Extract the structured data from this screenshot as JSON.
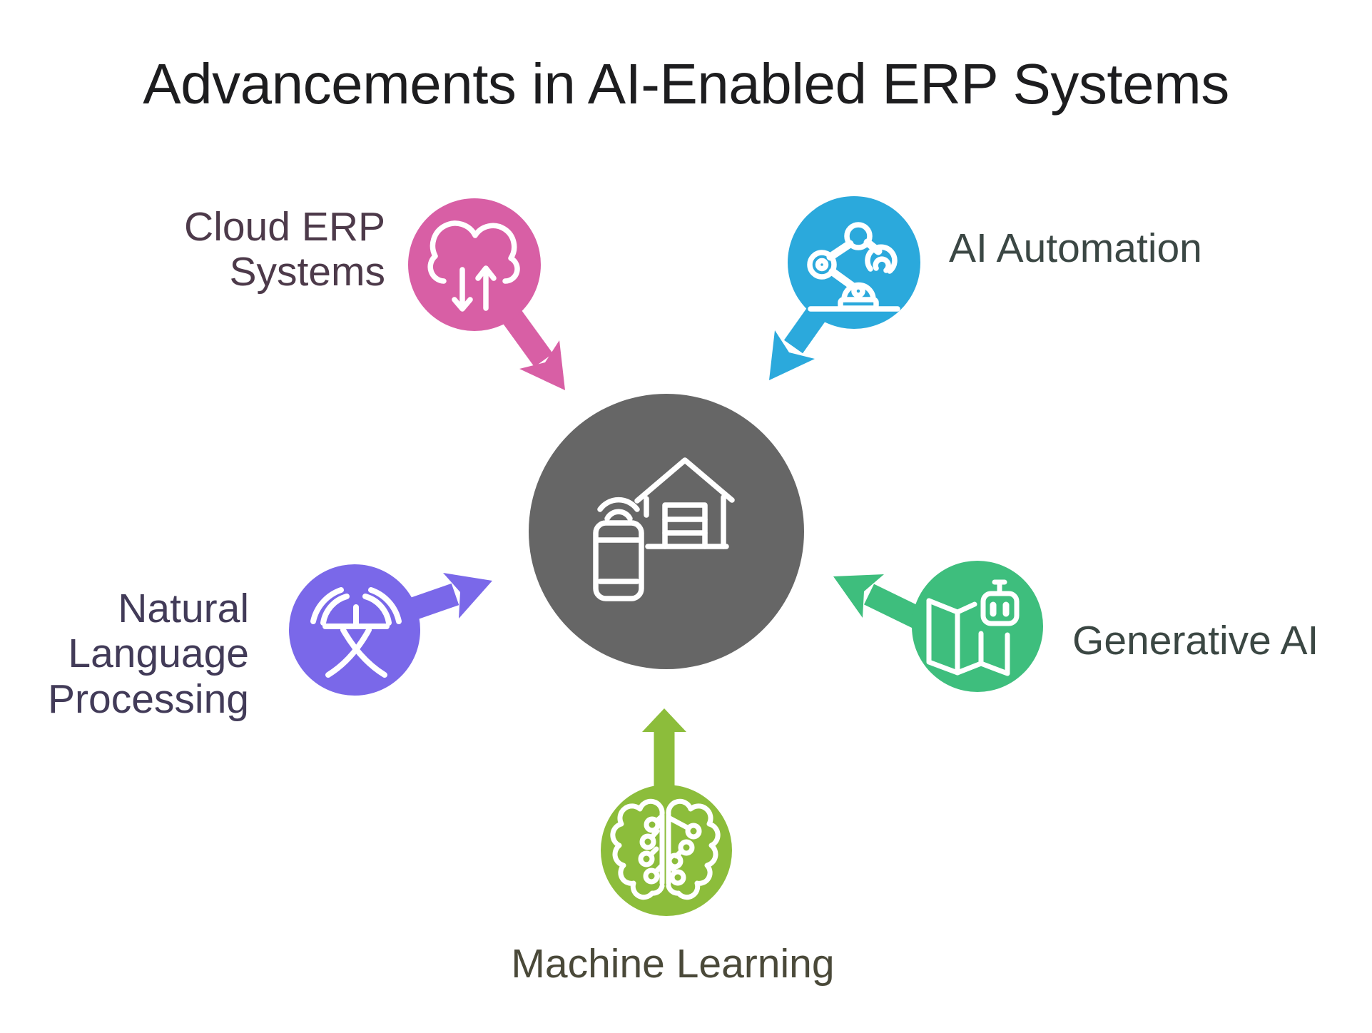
{
  "title": "Advancements in AI-Enabled ERP Systems",
  "colors": {
    "background": "#FFFFFF",
    "title_text": "#1D1D1F",
    "center_circle": "#666666",
    "icon_stroke": "#FFFFFF",
    "cloud_label": "#4D3A4A",
    "automation_label": "#3B4744",
    "generative_label": "#3B4743",
    "machine_label": "#4A4939",
    "nlp_label": "#423B58"
  },
  "center_node": {
    "icon": "smartphone-warehouse-icon"
  },
  "nodes": [
    {
      "id": "cloud-erp",
      "label": "Cloud ERP Systems",
      "icon": "cloud-sync-icon",
      "color": "#D85FA5",
      "position": "top-left"
    },
    {
      "id": "ai-automation",
      "label": "AI Automation",
      "icon": "robot-arm-icon",
      "color": "#2BA9DC",
      "position": "top-right"
    },
    {
      "id": "generative-ai",
      "label": "Generative AI",
      "icon": "map-robot-icon",
      "color": "#3EBE7D",
      "position": "right"
    },
    {
      "id": "machine-learning",
      "label": "Machine Learning",
      "icon": "circuit-brain-icon",
      "color": "#8CBD3B",
      "position": "bottom"
    },
    {
      "id": "nlp",
      "label": "Natural Language Processing",
      "icon": "language-translation-icon",
      "color": "#7A68E9",
      "position": "left"
    }
  ]
}
